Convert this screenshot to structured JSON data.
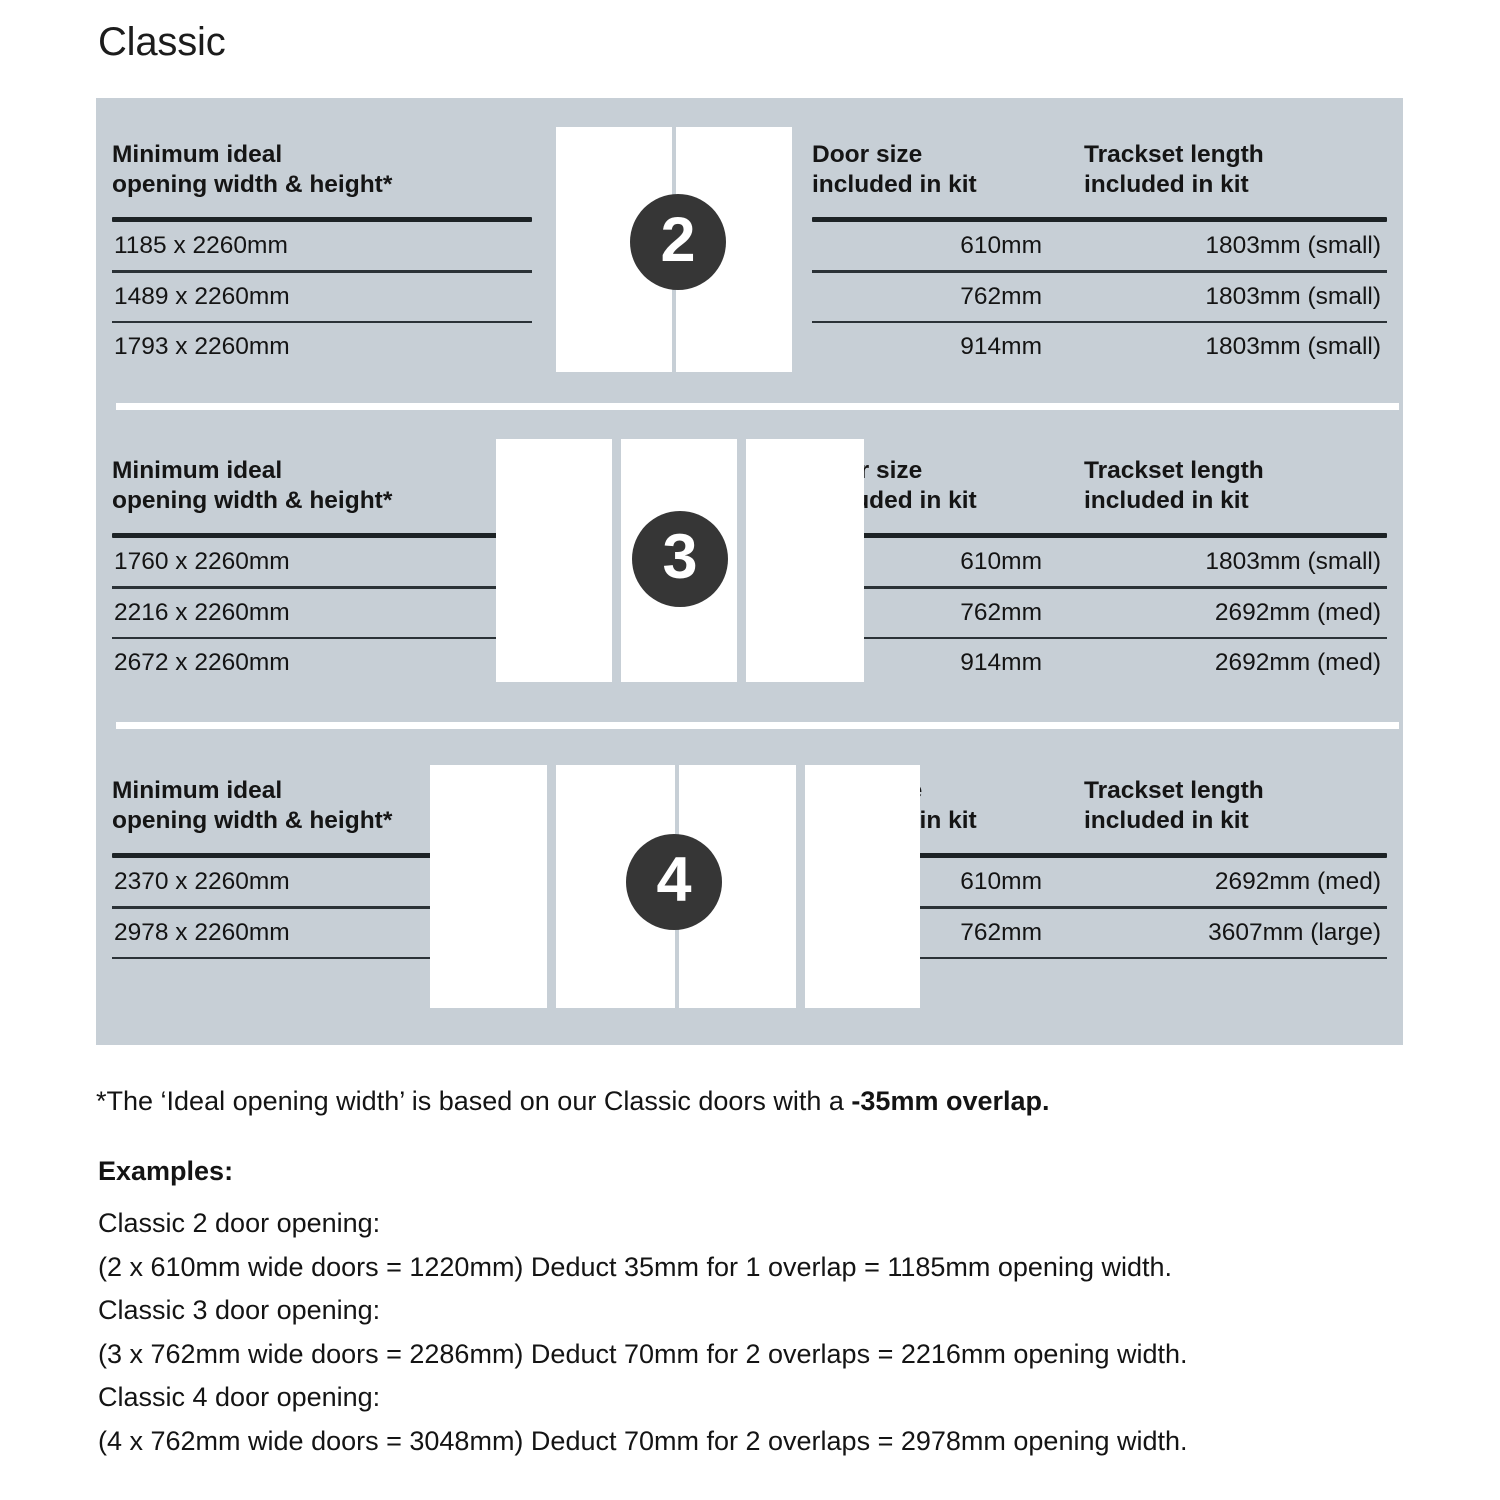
{
  "title": "Classic",
  "colors": {
    "panel_bg": "#c7cfd6",
    "badge_bg": "#363636",
    "door_fill": "#ffffff",
    "rule": "#1d2326",
    "text": "#141414"
  },
  "headers": {
    "opening": "Minimum ideal\nopening width & height*",
    "door_size": "Door size\nincluded in kit",
    "trackset": "Trackset length\nincluded in kit"
  },
  "panels": [
    {
      "badge": "2",
      "doors": 2,
      "rows": [
        {
          "opening": "1185 x 2260mm",
          "door_size": "610mm",
          "trackset": "1803mm (small)"
        },
        {
          "opening": "1489 x 2260mm",
          "door_size": "762mm",
          "trackset": "1803mm (small)"
        },
        {
          "opening": "1793 x 2260mm",
          "door_size": "914mm",
          "trackset": "1803mm (small)"
        }
      ]
    },
    {
      "badge": "3",
      "doors": 3,
      "rows": [
        {
          "opening": "1760 x 2260mm",
          "door_size": "610mm",
          "trackset": "1803mm (small)"
        },
        {
          "opening": "2216 x 2260mm",
          "door_size": "762mm",
          "trackset": "2692mm (med)"
        },
        {
          "opening": "2672 x 2260mm",
          "door_size": "914mm",
          "trackset": "2692mm (med)"
        }
      ]
    },
    {
      "badge": "4",
      "doors": 4,
      "rows": [
        {
          "opening": "2370 x 2260mm",
          "door_size": "610mm",
          "trackset": "2692mm (med)"
        },
        {
          "opening": "2978 x 2260mm",
          "door_size": "762mm",
          "trackset": "3607mm (large)"
        }
      ]
    }
  ],
  "footnote": {
    "lead": "*The ‘Ideal opening width’ is based on our Classic doors with a ",
    "emphasis": "-35mm overlap."
  },
  "examples": {
    "title": "Examples:",
    "lines": [
      "Classic 2 door opening:",
      "(2 x 610mm wide doors = 1220mm)  Deduct 35mm for 1 overlap = 1185mm opening width.",
      "Classic 3 door opening:",
      "(3 x 762mm wide doors = 2286mm)  Deduct 70mm for 2 overlaps = 2216mm opening width.",
      "Classic 4 door opening:",
      "(4 x 762mm wide doors = 3048mm)  Deduct 70mm for 2 overlaps = 2978mm opening width."
    ]
  }
}
